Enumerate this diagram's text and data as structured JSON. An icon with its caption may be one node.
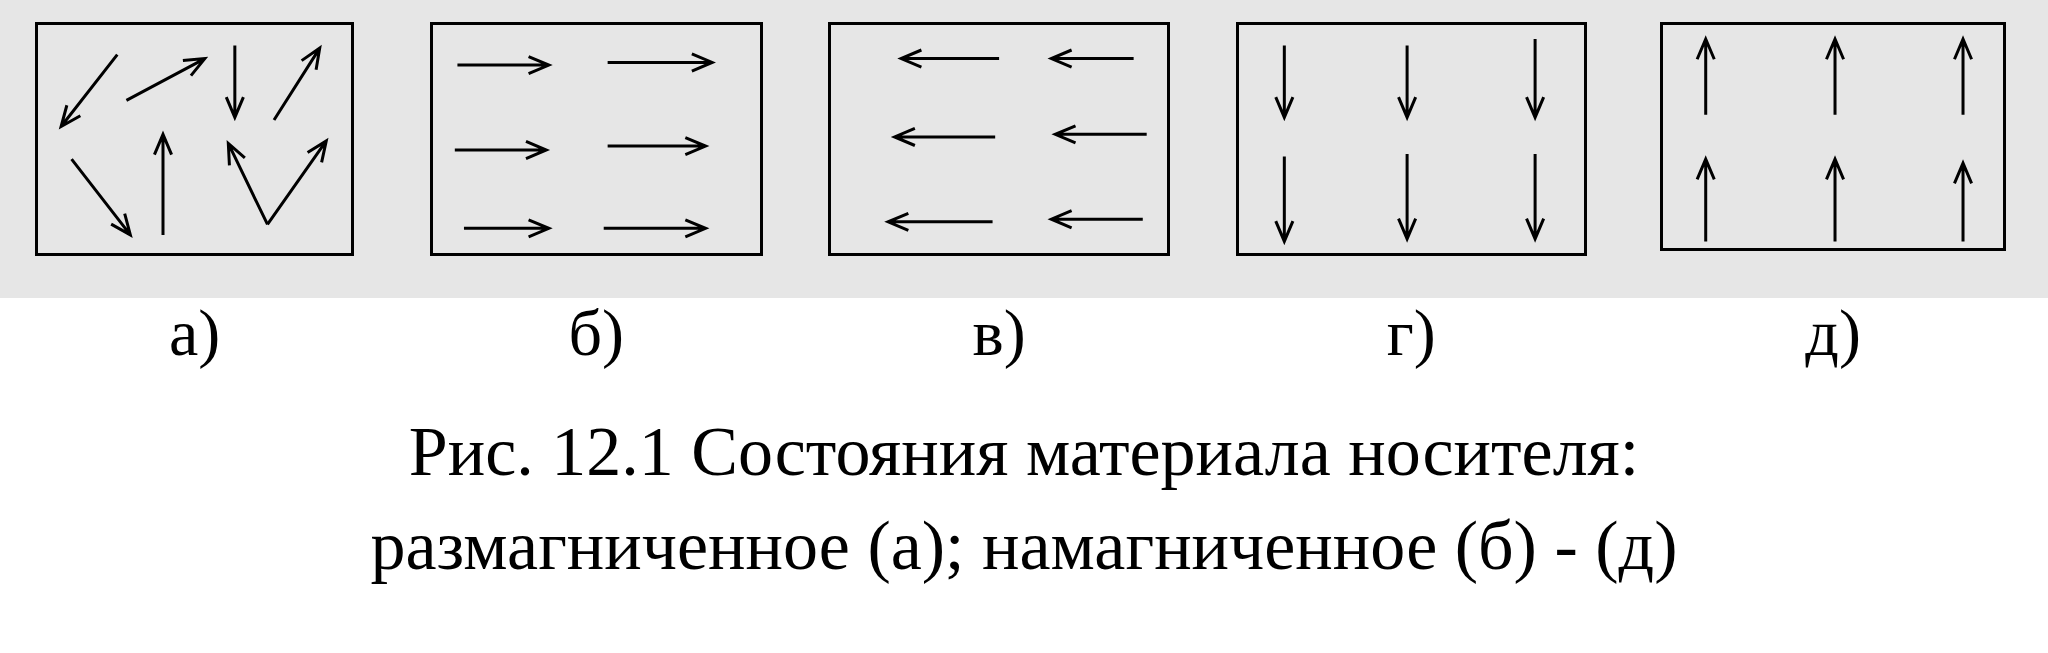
{
  "diagram": {
    "caption": "Рис. 12.1 Состояния материала носителя: размагниченное (а); намагниченное (б) - (д)",
    "nodes": [
      {
        "text": [],
        "shape": "box",
        "beside": [
          "а)"
        ]
      },
      {
        "text": [],
        "shape": "box",
        "beside": [
          "б)"
        ]
      },
      {
        "text": [],
        "shape": "box",
        "beside": [
          "в)"
        ]
      },
      {
        "text": [],
        "shape": "box",
        "beside": [
          "г)"
        ]
      },
      {
        "text": [],
        "shape": "box",
        "beside": [
          "д)"
        ]
      }
    ]
  }
}
